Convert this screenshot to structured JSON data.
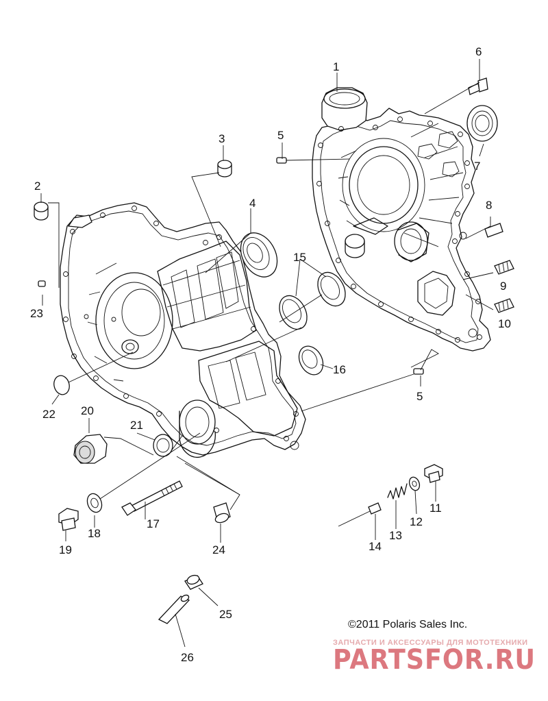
{
  "callouts": {
    "c1": "1",
    "c2": "2",
    "c3": "3",
    "c4": "4",
    "c5a": "5",
    "c5b": "5",
    "c6": "6",
    "c7": "7",
    "c8": "8",
    "c9": "9",
    "c10": "10",
    "c11": "11",
    "c12": "12",
    "c13": "13",
    "c14": "14",
    "c15": "15",
    "c16": "16",
    "c17": "17",
    "c18": "18",
    "c19": "19",
    "c20": "20",
    "c21": "21",
    "c22": "22",
    "c23": "23",
    "c24": "24",
    "c25": "25",
    "c26": "26"
  },
  "copyright": "©2011  Polaris Sales Inc.",
  "watermark": {
    "tagline": "ЗАПЧАСТИ И АКСЕССУАРЫ ДЛЯ МОТОТЕХНИКИ",
    "logo": "PARTSFOR.RU"
  }
}
